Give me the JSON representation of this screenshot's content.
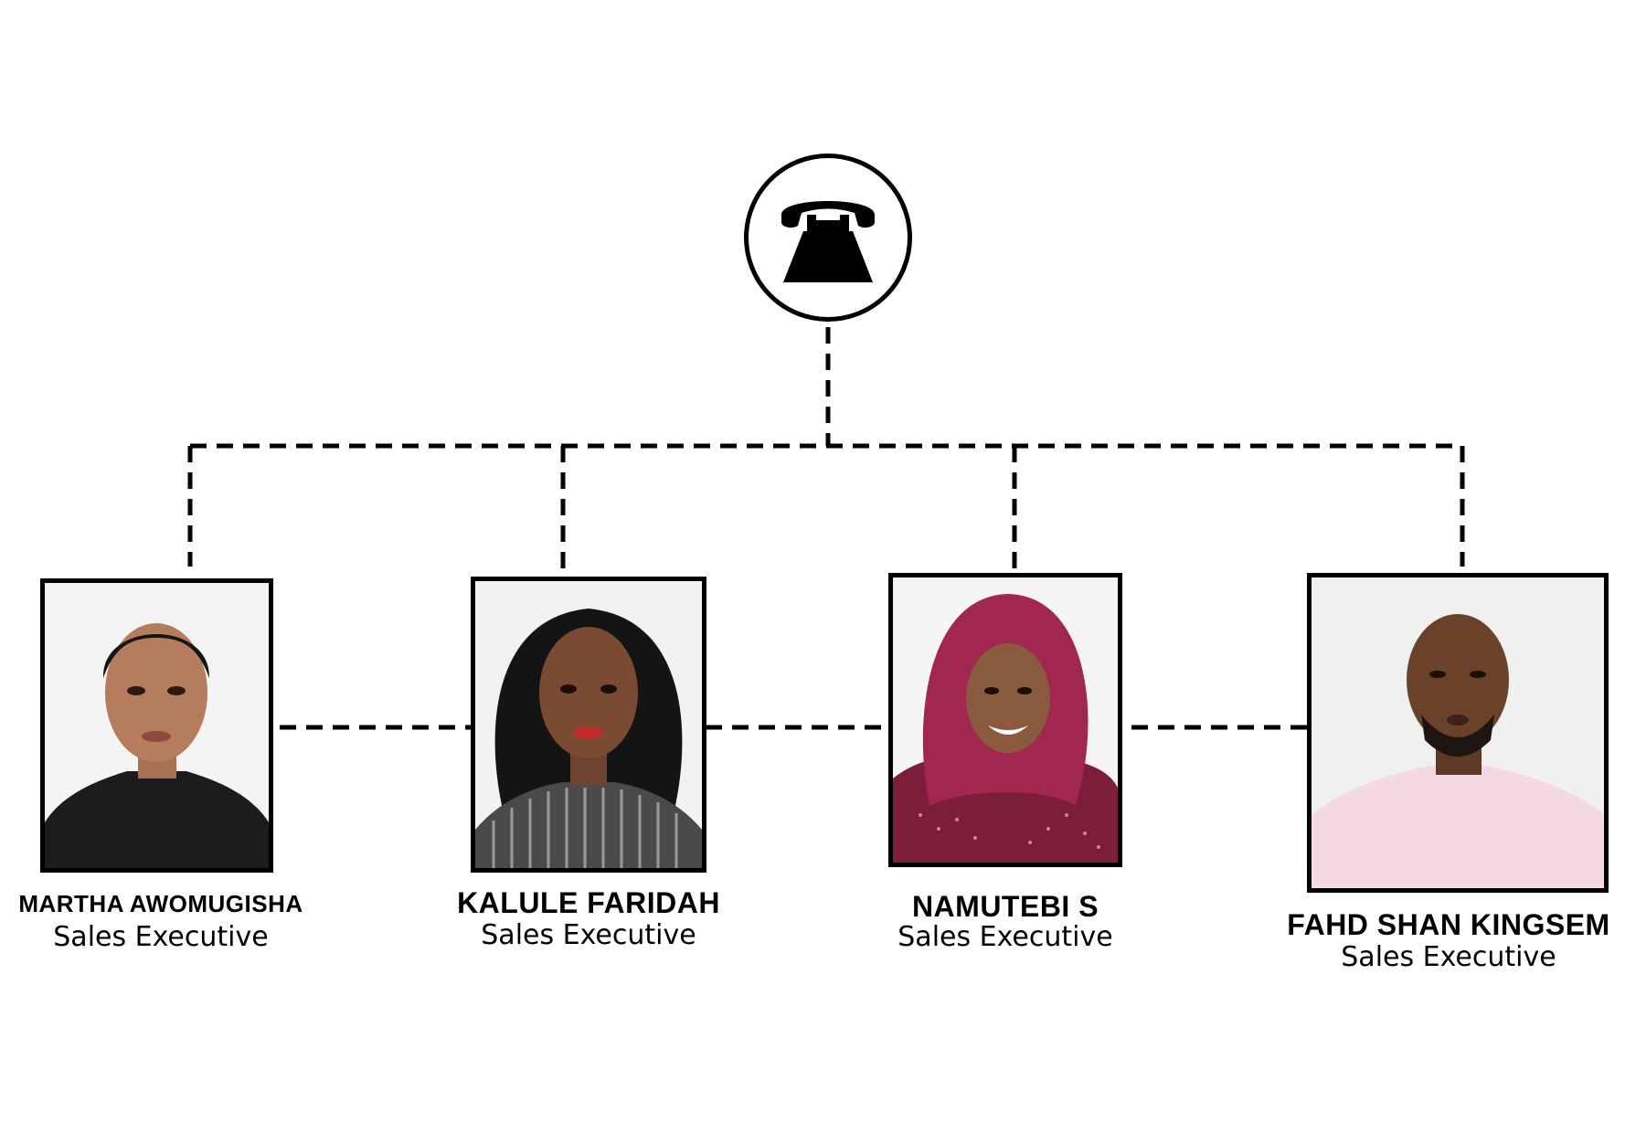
{
  "hub": {
    "icon": "telephone-icon"
  },
  "members": [
    {
      "name": "MARTHA AWOMUGISHA",
      "role": "Sales Executive"
    },
    {
      "name": "KALULE FARIDAH",
      "role": "Sales Executive"
    },
    {
      "name": "NAMUTEBI  S",
      "role": "Sales Executive"
    },
    {
      "name": "FAHD SHAN KINGSEM",
      "role": "Sales Executive"
    }
  ],
  "colors": {
    "line": "#000000",
    "background": "#ffffff"
  }
}
